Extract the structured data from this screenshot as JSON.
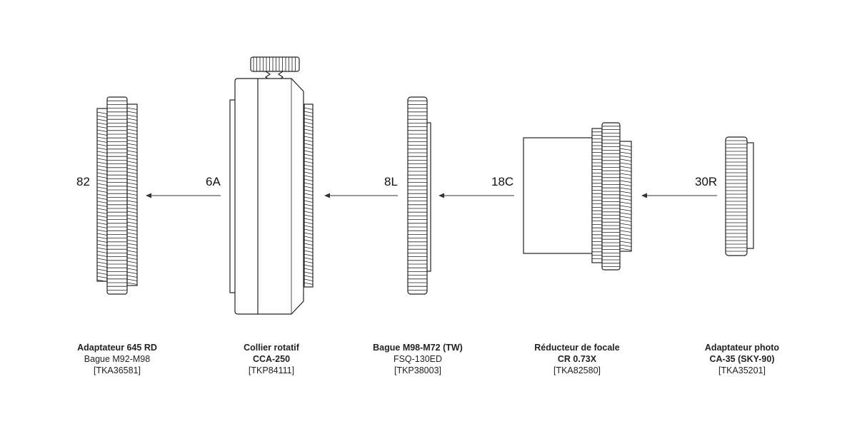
{
  "parts": [
    {
      "code": "82",
      "lines": [
        {
          "text": "Adaptateur 645 RD",
          "bold": true
        },
        {
          "text": "Bague M92-M98",
          "bold": false
        },
        {
          "text": "[TKA36581]",
          "bold": false
        }
      ]
    },
    {
      "code": "6A",
      "lines": [
        {
          "text": "Collier rotatif",
          "bold": true
        },
        {
          "text": "CCA-250",
          "bold": true
        },
        {
          "text": "[TKP84111]",
          "bold": false
        }
      ]
    },
    {
      "code": "8L",
      "lines": [
        {
          "text": "Bague M98-M72 (TW)",
          "bold": true
        },
        {
          "text": "FSQ-130ED",
          "bold": false
        },
        {
          "text": "[TKP38003]",
          "bold": false
        }
      ]
    },
    {
      "code": "18C",
      "lines": [
        {
          "text": "Réducteur de focale",
          "bold": true
        },
        {
          "text": "CR 0.73X",
          "bold": true
        },
        {
          "text": "[TKA82580]",
          "bold": false
        }
      ]
    },
    {
      "code": "30R",
      "lines": [
        {
          "text": "Adaptateur photo",
          "bold": true
        },
        {
          "text": "CA-35 (SKY-90)",
          "bold": true
        },
        {
          "text": "[TKA35201]",
          "bold": false
        }
      ]
    }
  ]
}
